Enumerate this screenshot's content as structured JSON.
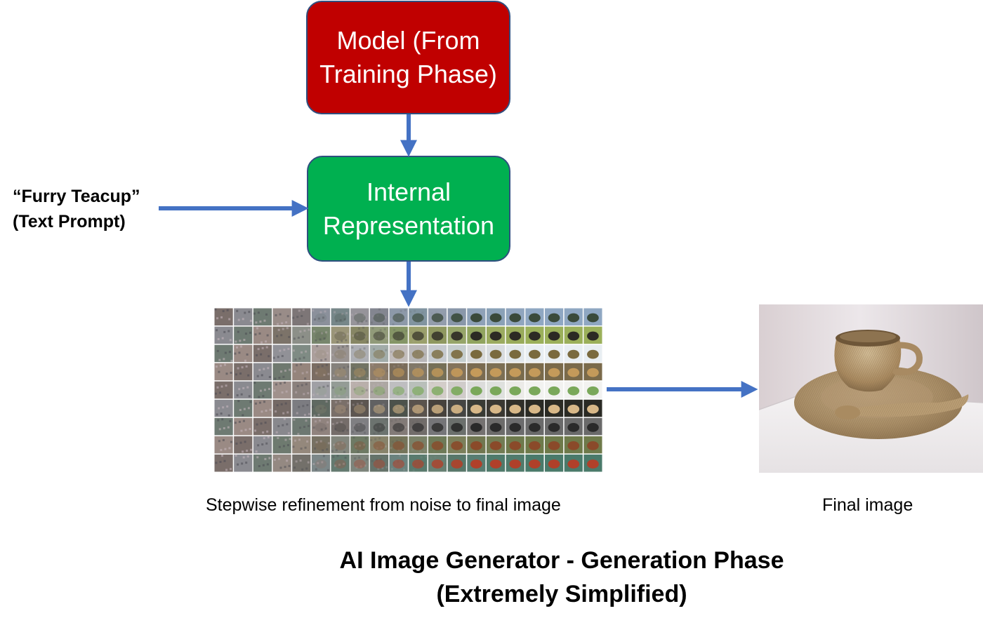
{
  "model_box": {
    "label": "Model (From\nTraining Phase)",
    "color": "#c00000"
  },
  "internal_box": {
    "label": "Internal\nRepresentation",
    "color": "#00b050"
  },
  "prompt": {
    "text": "“Furry Teacup”\n(Text Prompt)"
  },
  "refinement_grid": {
    "caption": "Stepwise refinement from noise to final image",
    "rows": 9,
    "columns": 20
  },
  "final_image": {
    "caption": "Final image"
  },
  "title": {
    "text": "AI Image Generator - Generation Phase\n(Extremely Simplified)"
  },
  "colors": {
    "arrow": "#4472c4",
    "box_border": "#2f4f7f"
  },
  "icons": {
    "arrow": "arrow-icon",
    "grid": "image-grid-icon",
    "final": "teacup-image"
  }
}
